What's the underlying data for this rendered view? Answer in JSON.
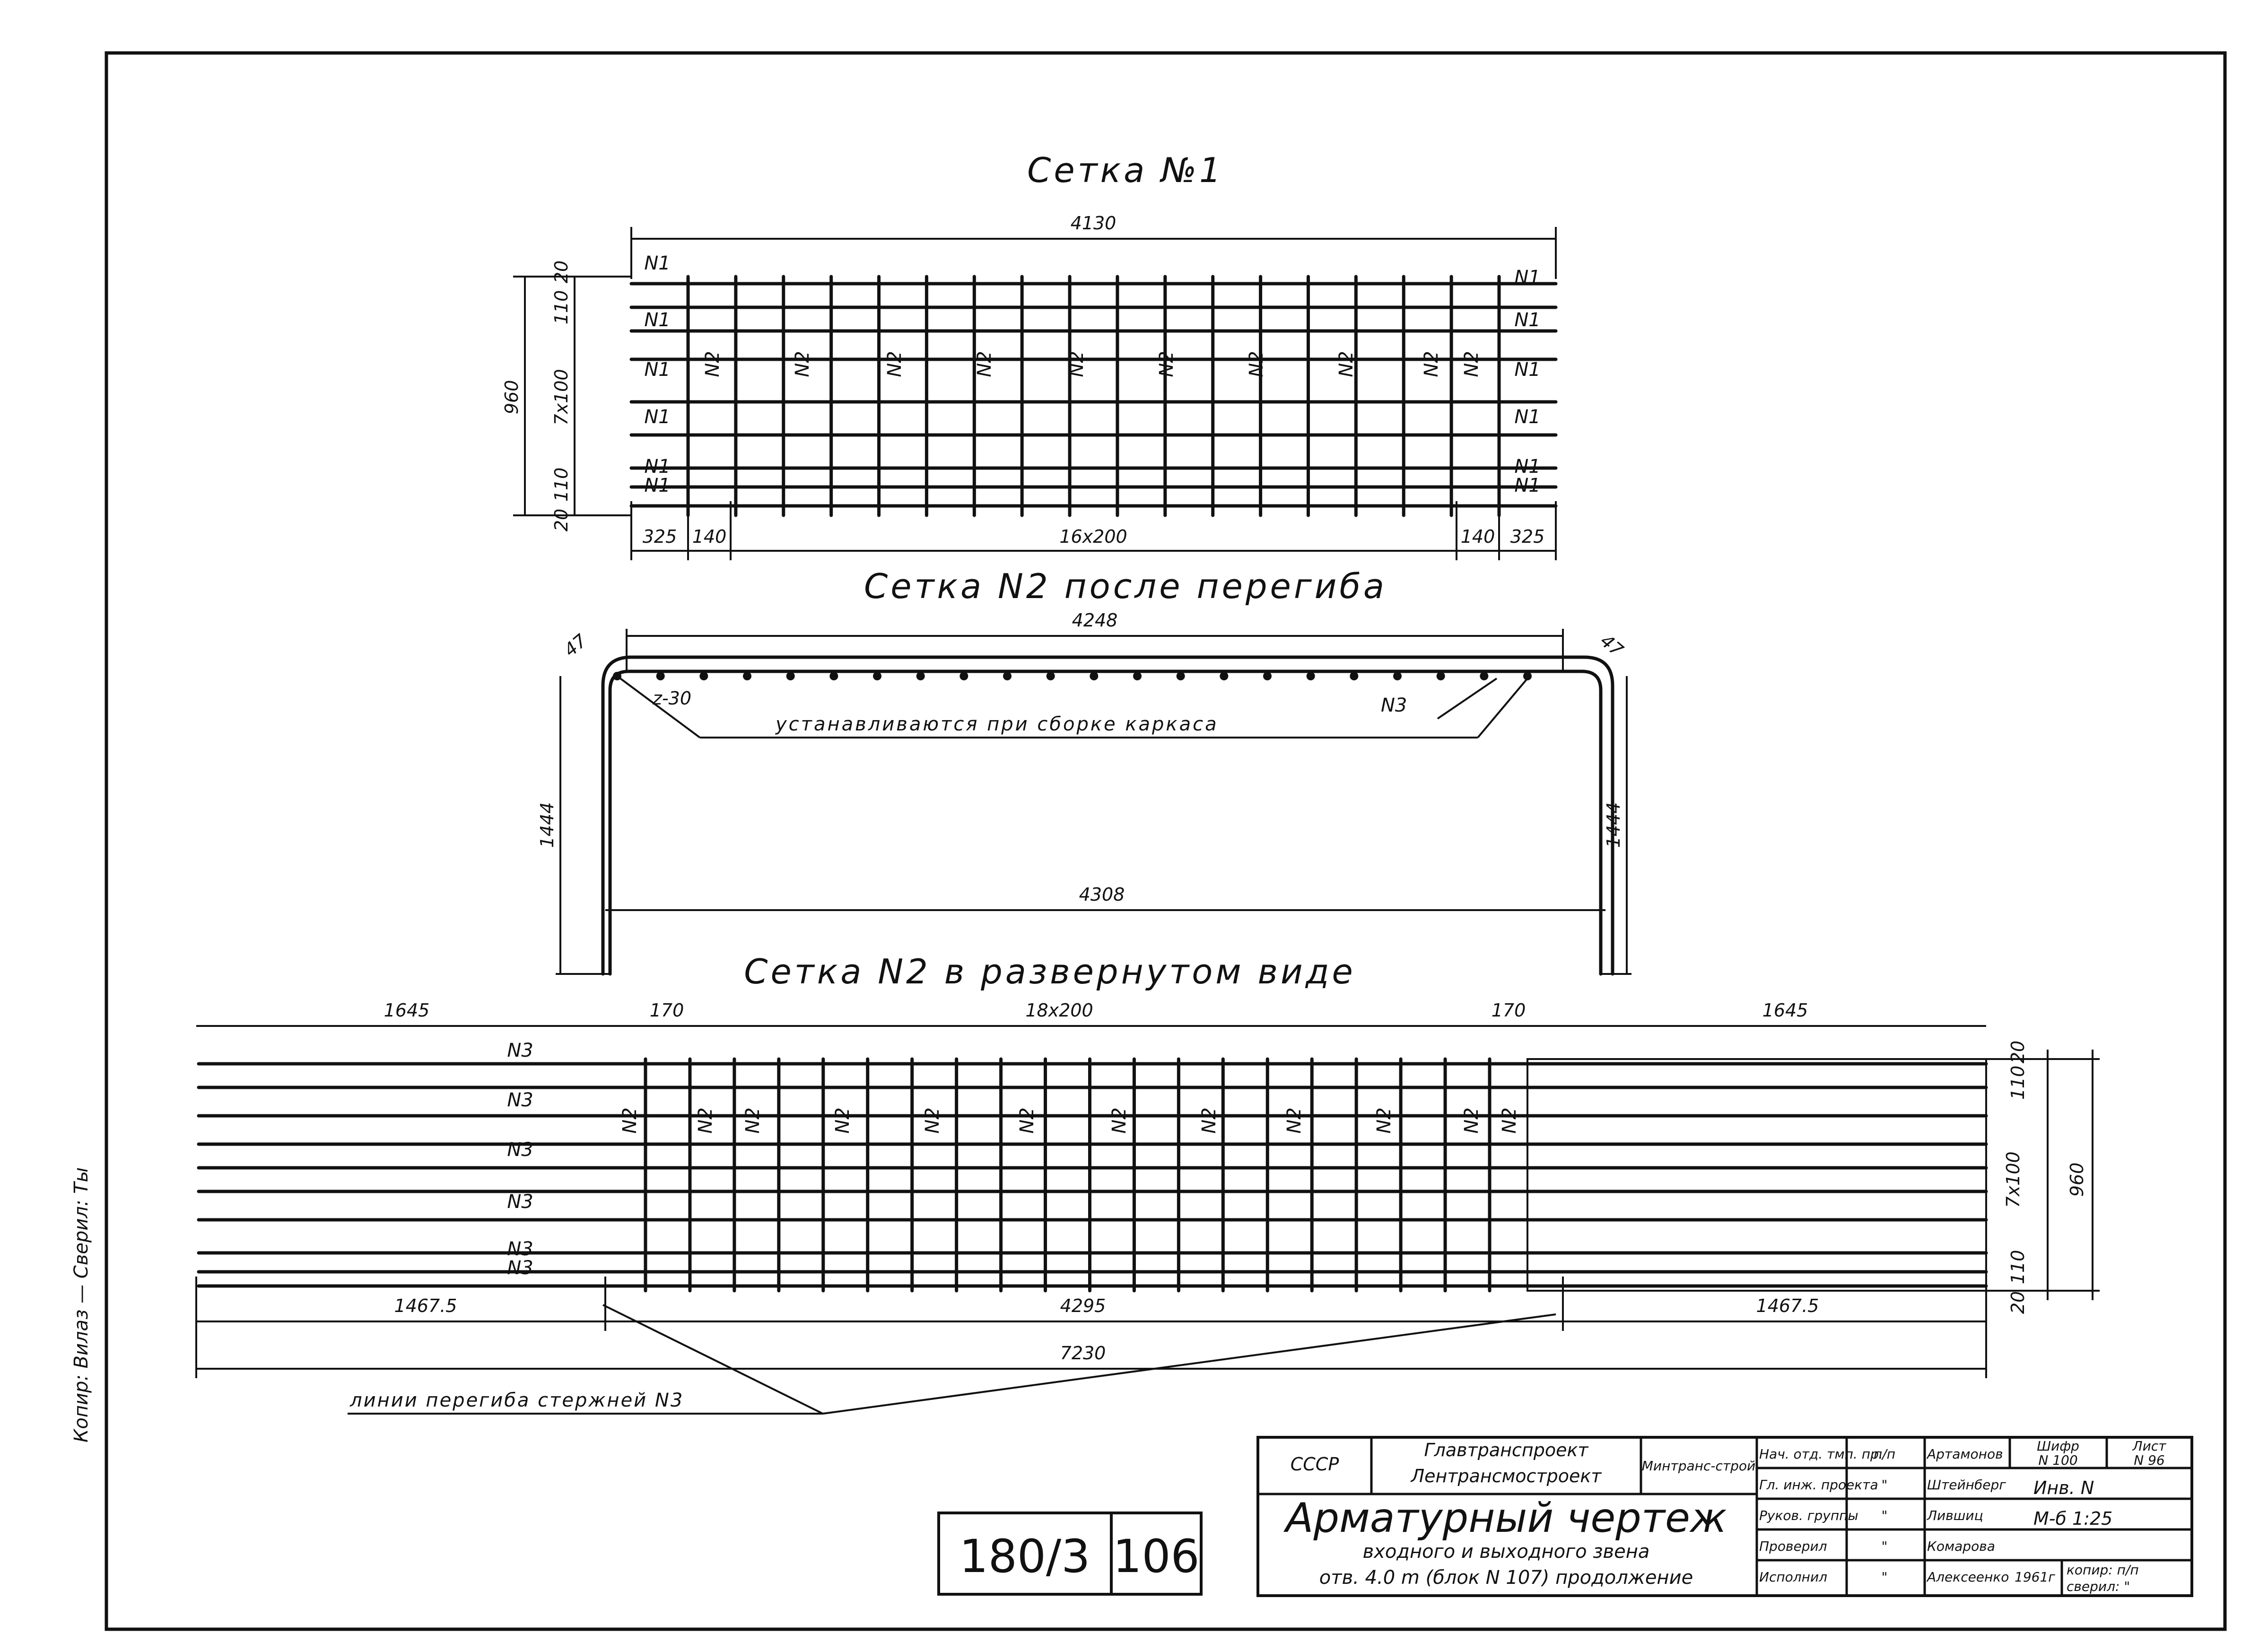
{
  "grid1": {
    "title": "Сетка №1",
    "dims": {
      "total": "4130",
      "height": "960",
      "spacing_v": "7x100",
      "edge_top": "20",
      "edge_bot": "20",
      "gap_top": "110",
      "gap_bot": "110",
      "left": "325",
      "left2": "140",
      "mid": "16x200",
      "right2": "140",
      "right": "325"
    },
    "bar_label_long": "N1",
    "bar_label_short": "N2",
    "vertical_bar_count": 18,
    "horizontal_bar_count": 9
  },
  "grid2_bent": {
    "title": "Сетка N2 после перегиба",
    "dims": {
      "top": "4248",
      "corner_left": "47",
      "corner_right": "47",
      "left_leg": "1444",
      "right_leg": "1444",
      "bottom": "4308"
    },
    "note": "устанавливаются при сборке каркаса",
    "spacing": "z-30",
    "bar_label": "N3",
    "dot_count": 22
  },
  "grid2_flat": {
    "title": "Сетка N2 в развернутом виде",
    "dims": {
      "left": "1645",
      "l170": "170",
      "mid": "18x200",
      "r170": "170",
      "right": "1645",
      "height": "960",
      "spacing_v": "7x100",
      "edge_top": "20",
      "edge_bot": "20",
      "gap_top": "110",
      "gap_bot": "110",
      "bl": "1467.5",
      "bmid": "4295",
      "br": "1467.5",
      "total": "7230"
    },
    "bar_label_long": "N3",
    "bar_label_short": "N2",
    "bend_note": "линии перегиба стержней N3",
    "vertical_bar_count": 20,
    "horizontal_bar_count": 10
  },
  "side_note": {
    "text": "Копир: Вилаз — Сверил: Ты"
  },
  "sheet_box": {
    "series": "180/3",
    "page": "106"
  },
  "title_block": {
    "country": "СССР",
    "org1": "Главтранспроект",
    "org2": "Лентрансмостроект",
    "ministry": "Минтранс-строй",
    "drawing_title": "Арматурный чертеж",
    "drawing_sub1": "входного и выходного звена",
    "drawing_sub2": "отв. 4.0 m (блок N 107) продолжение",
    "roles": [
      "Нач. отд. тмп. пр.",
      "Гл. инж. проекта",
      "Руков. группы",
      "Проверил",
      "Исполнил"
    ],
    "signs": [
      "п/п",
      "\"",
      "\"",
      "\"",
      "\""
    ],
    "names": [
      "Артамонов",
      "Штейнберг",
      "Лившиц",
      "Комарова",
      "Алексеенко"
    ],
    "cipher_label": "Шифр",
    "cipher_value": "N 100",
    "sheet_label": "Лист",
    "sheet_value": "N 96",
    "inv": "Инв. N",
    "mark": "М-б 1:25",
    "year": "1961г",
    "copy": "копир: п/п",
    "checked": "сверил: \""
  }
}
